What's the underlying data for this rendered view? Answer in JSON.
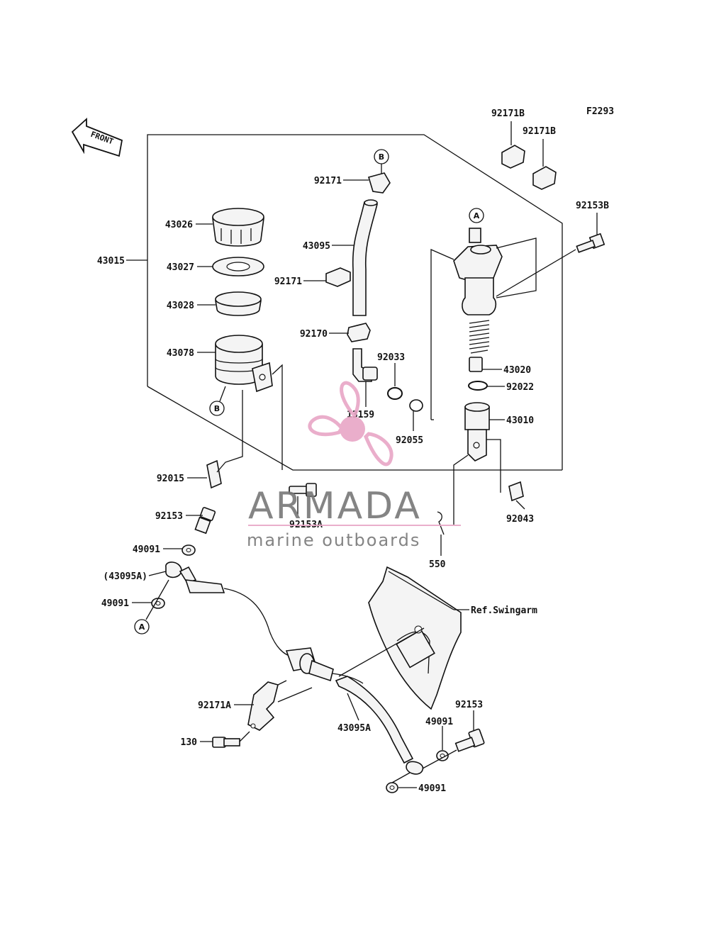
{
  "figure_code": "F2293",
  "front_label": "FRONT",
  "callouts": {
    "a": "A",
    "b": "B"
  },
  "parts": {
    "p92171B_1": "92171B",
    "p92171B_2": "92171B",
    "p92153B": "92153B",
    "p92171_top": "92171",
    "p43026": "43026",
    "p43095": "43095",
    "p43015": "43015",
    "p43027": "43027",
    "p92171_mid": "92171",
    "p43028": "43028",
    "p92170": "92170",
    "p43078": "43078",
    "p92033": "92033",
    "p43020": "43020",
    "p92022": "92022",
    "p13159": "13159",
    "p43010": "43010",
    "p92055": "92055",
    "p92015": "92015",
    "p92043": "92043",
    "p92153_left": "92153",
    "p92153A": "92153A",
    "p49091_1": "49091",
    "p550": "550",
    "p43095A_paren": "(43095A)",
    "p49091_2": "49091",
    "ref_swingarm": "Ref.Swingarm",
    "p92153_right": "92153",
    "p92171A": "92171A",
    "p49091_3": "49091",
    "p130": "130",
    "p43095A": "43095A",
    "p49091_4": "49091"
  },
  "watermark": {
    "brand": "ARMADA",
    "tagline": "marine outboards",
    "colors": {
      "pink": "#e8a6c6",
      "gray": "#777777"
    }
  }
}
